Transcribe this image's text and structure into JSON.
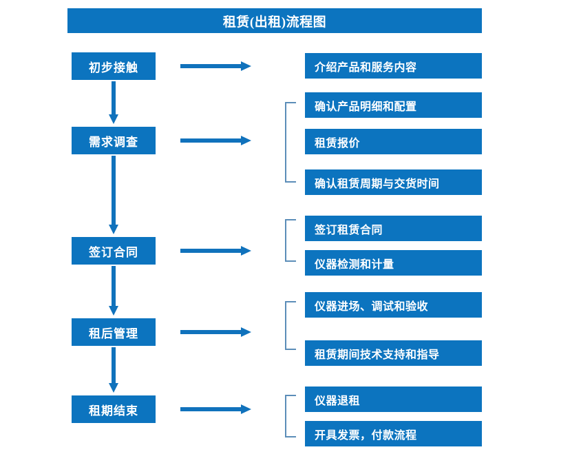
{
  "diagram": {
    "title": "租赁(出租)流程图",
    "colors": {
      "box_blue": "#0C74BF",
      "bracket_blue": "#5B8DB8",
      "arrow_blue": "#1072BC",
      "text": "#FFFFFF",
      "background": "#FFFFFF"
    },
    "stages": [
      {
        "label": "初步接触"
      },
      {
        "label": "需求调查"
      },
      {
        "label": "签订合同"
      },
      {
        "label": "租后管理"
      },
      {
        "label": "租期结束"
      }
    ],
    "details": [
      {
        "label": "介绍产品和服务内容"
      },
      {
        "label": "确认产品明细和配置"
      },
      {
        "label": "租赁报价"
      },
      {
        "label": "确认租赁周期与交货时间"
      },
      {
        "label": "签订租赁合同"
      },
      {
        "label": "仪器检测和计量"
      },
      {
        "label": "仪器进场、调试和验收"
      },
      {
        "label": "租赁期间技术支持和指导"
      },
      {
        "label": "仪器退租"
      },
      {
        "label": "开具发票，付款流程"
      }
    ]
  }
}
